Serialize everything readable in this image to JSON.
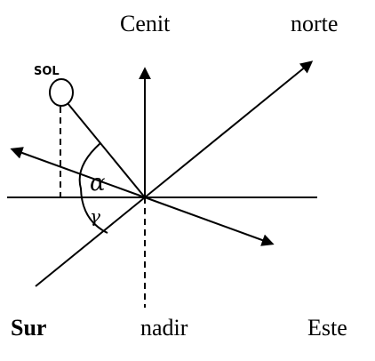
{
  "labels": {
    "cenit": "Cenit",
    "norte": "norte",
    "sur": "Sur",
    "nadir": "nadir",
    "este": "Este",
    "sol": "SOL"
  },
  "angles": {
    "alpha": "α",
    "gamma": "γ"
  }
}
